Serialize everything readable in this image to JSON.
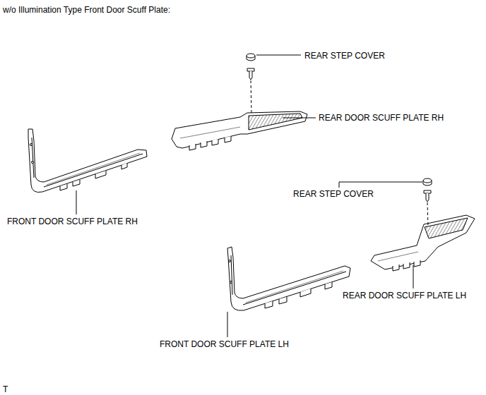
{
  "diagram": {
    "title": "w/o Illumination Type Front Door Scuff Plate:",
    "labels": [
      "REAR STEP COVER",
      "REAR DOOR SCUFF PLATE RH",
      "REAR STEP COVER",
      "FRONT DOOR SCUFF PLATE RH",
      "REAR DOOR SCUFF PLATE LH",
      "FRONT DOOR SCUFF PLATE LH",
      "T"
    ]
  }
}
